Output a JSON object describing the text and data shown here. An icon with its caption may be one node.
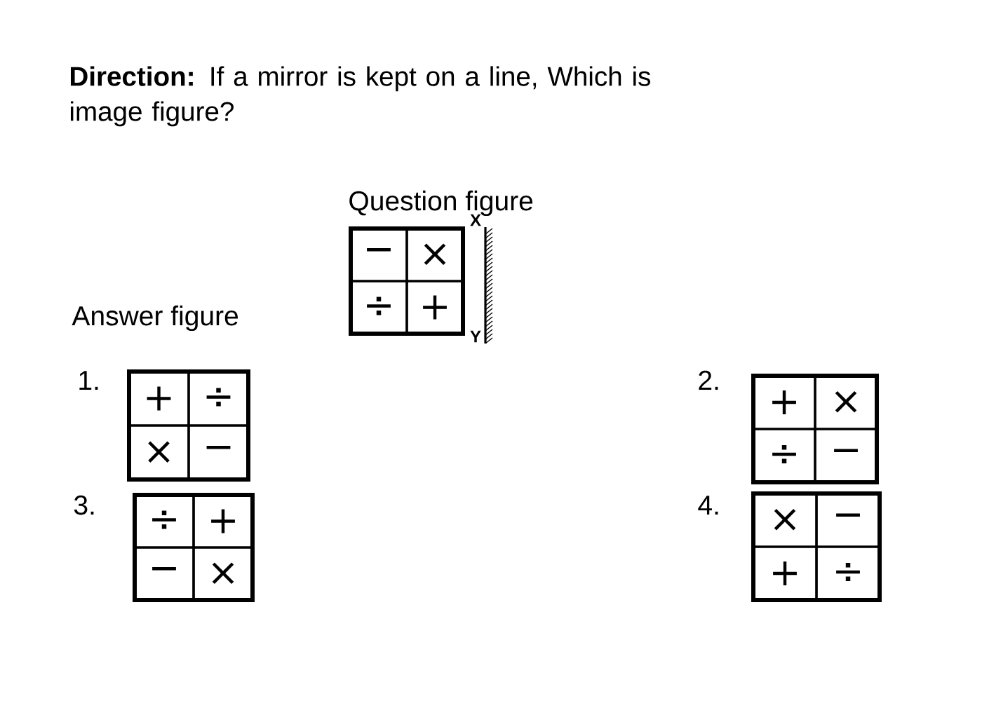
{
  "diagram": {
    "title": "**Direction:** If a mirror is kept on a line, Which is image figure?",
    "nodes": [
      {
        "text": [
          "Question figure"
        ]
      },
      {
        "text": [
          "−"
        ],
        "in": 0
      },
      {
        "text": [
          "×"
        ],
        "in": 0
      },
      {
        "text": [
          "÷"
        ],
        "in": 0
      },
      {
        "text": [
          "+"
        ],
        "in": 0
      },
      {
        "text": [],
        "shape": "box",
        "beside": [
          "1."
        ]
      },
      {
        "text": [
          "+"
        ],
        "in": 5
      },
      {
        "text": [
          "÷"
        ],
        "in": 5
      },
      {
        "text": [
          "×"
        ],
        "in": 5
      },
      {
        "text": [
          "−"
        ],
        "in": 5
      },
      {
        "text": [],
        "shape": "box",
        "beside": [
          "2."
        ]
      },
      {
        "text": [
          "+"
        ],
        "in": 10
      },
      {
        "text": [
          "×"
        ],
        "in": 10
      },
      {
        "text": [
          "÷"
        ],
        "in": 10
      },
      {
        "text": [
          "−"
        ],
        "in": 10
      },
      {
        "text": [],
        "shape": "box",
        "beside": [
          "3."
        ]
      },
      {
        "text": [
          "÷"
        ],
        "in": 15
      },
      {
        "text": [
          "+"
        ],
        "in": 15
      },
      {
        "text": [
          "−"
        ],
        "in": 15
      },
      {
        "text": [
          "×"
        ],
        "in": 15
      },
      {
        "text": [],
        "shape": "box",
        "beside": [
          "4."
        ]
      },
      {
        "text": [
          "×"
        ],
        "in": 20
      },
      {
        "text": [
          "−"
        ],
        "in": 20
      },
      {
        "text": [
          "+"
        ],
        "in": 20
      },
      {
        "text": [
          "÷"
        ],
        "in": 20
      }
    ],
    "labels": [
      "X",
      "Y",
      "Answer figure"
    ]
  }
}
